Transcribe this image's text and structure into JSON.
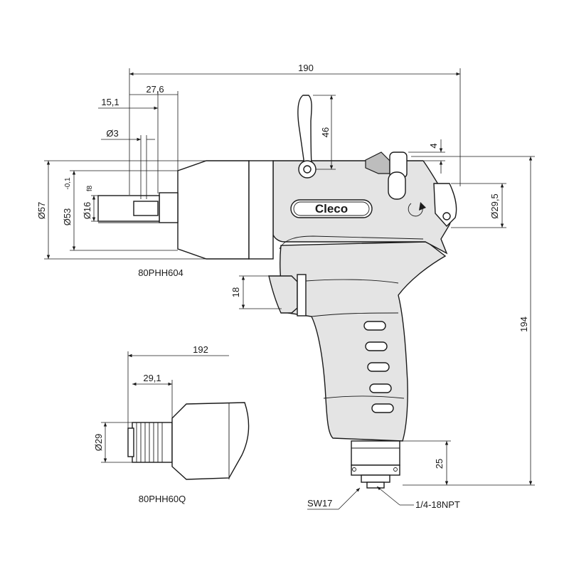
{
  "brand": {
    "logo_text": "Cleco"
  },
  "dimensions": {
    "overall_length": "190",
    "offset_27_6": "27,6",
    "offset_15_1": "15,1",
    "dia_3": "Ø3",
    "lever_height": "46",
    "top_offset_4": "4",
    "dia_57": "Ø57",
    "dia_53": "Ø53",
    "tol_minus": "-0,1",
    "dia_16": "Ø16",
    "fit_f8": "f8",
    "dia_29_5": "Ø29,5",
    "overall_height": "194",
    "trigger_height": "18",
    "alt_length": "192",
    "alt_offset": "29,1",
    "alt_dia_29": "Ø29",
    "inlet_height": "25",
    "wrench_size": "SW17",
    "thread": "1/4-18NPT"
  },
  "models": {
    "primary": "80PHH604",
    "alternate": "80PHH60Q"
  }
}
